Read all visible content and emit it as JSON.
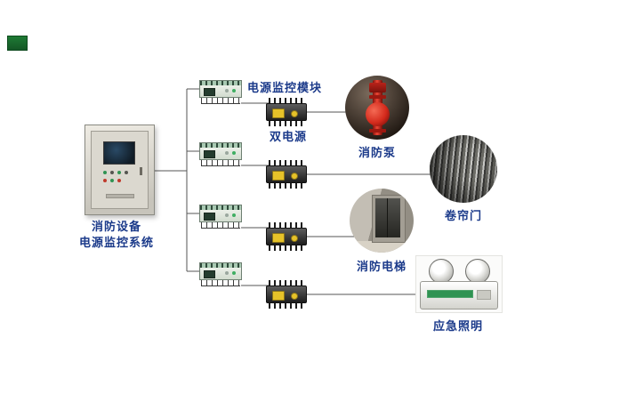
{
  "diagram": {
    "system_label": {
      "line1": "消防设备",
      "line2": "电源监控系统"
    },
    "module_label": "电源监控模块",
    "dual_power_label": "双电源",
    "branches": [
      {
        "name": "fire-pump",
        "label": "消防泵"
      },
      {
        "name": "roller-door",
        "label": "卷帘门"
      },
      {
        "name": "fire-elevator",
        "label": "消防电梯"
      },
      {
        "name": "emergency-light",
        "label": "应急照明"
      }
    ]
  },
  "colors": {
    "label_text": "#1b3a8a",
    "line": "#555555",
    "logo_green": "#1e7a34",
    "switch_yellow": "#e6c229",
    "pump_red": "#d42a1c",
    "module_green": "#a8c9b2",
    "em_green": "#2f9352"
  }
}
